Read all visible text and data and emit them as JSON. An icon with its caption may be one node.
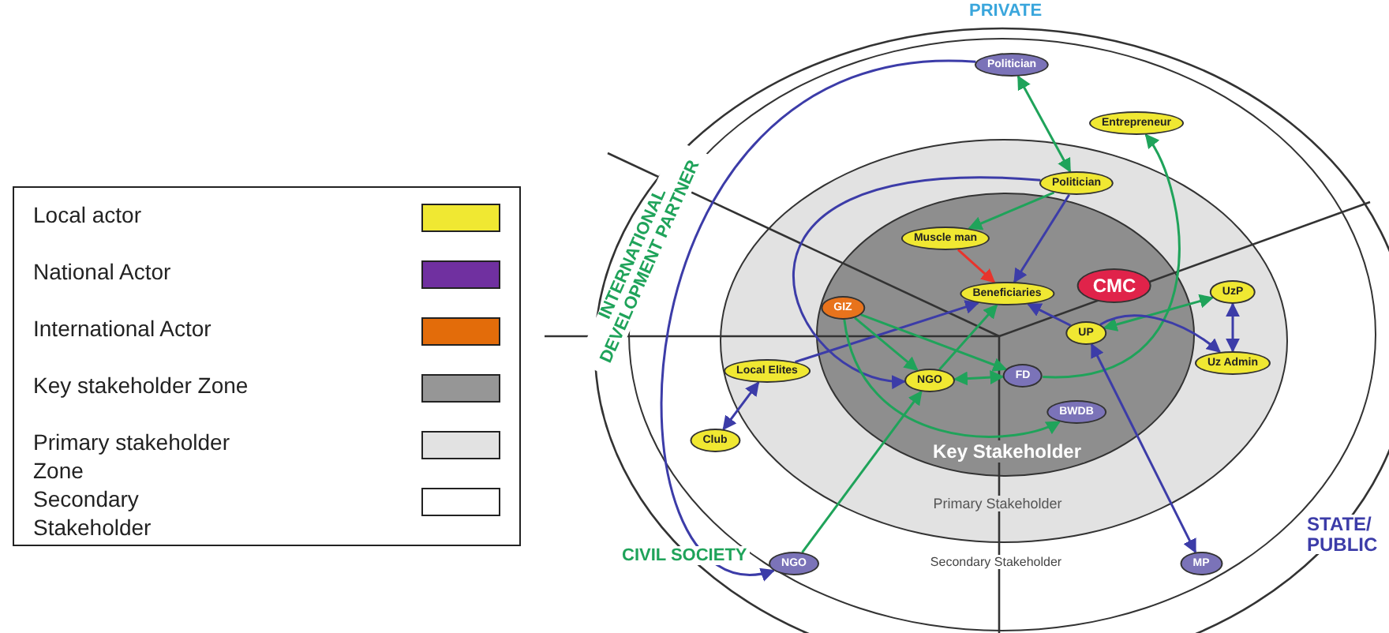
{
  "diagram": {
    "nodes": [
      {
        "text": [
          "Secondary Stakeholder"
        ]
      },
      {
        "text": [
          "Primary Stakeholder"
        ],
        "in": 0
      },
      {
        "text": [
          "Key Stakeholder"
        ],
        "in": 1
      },
      {
        "text": [
          "Politician"
        ],
        "in": 0
      },
      {
        "text": [
          "Entrepreneur"
        ],
        "in": 0
      },
      {
        "text": [
          "Politician"
        ],
        "in": 1
      },
      {
        "text": [
          "Muscle man"
        ],
        "in": 2
      },
      {
        "text": [
          "Beneficiaries"
        ],
        "in": 2
      },
      {
        "text": [
          "CMC"
        ],
        "in": 2
      },
      {
        "text": [
          "GIZ"
        ],
        "in": 2
      },
      {
        "text": [
          "UzP"
        ],
        "in": 1
      },
      {
        "text": [
          "UP"
        ],
        "in": 2
      },
      {
        "text": [
          "Local Elites"
        ],
        "in": 1
      },
      {
        "text": [
          "NGO"
        ],
        "in": 2
      },
      {
        "text": [
          "FD"
        ],
        "in": 2
      },
      {
        "text": [
          "Uz Admin"
        ],
        "in": 1
      },
      {
        "text": [
          "BWDB"
        ],
        "in": 2
      },
      {
        "text": [
          "Club"
        ],
        "in": 0
      },
      {
        "text": [
          "NGO"
        ],
        "in": 0
      },
      {
        "text": [
          "MP"
        ],
        "in": 0
      }
    ],
    "edges": [
      {
        "from": 3,
        "to": 5,
        "arrow": "both"
      },
      {
        "from": 5,
        "to": 6,
        "arrow": "to"
      },
      {
        "from": 5,
        "to": 7,
        "arrow": "to",
        "color": "#3c3ca8"
      },
      {
        "from": 6,
        "to": 7,
        "arrow": "to",
        "color": "#e8342c"
      },
      {
        "from": 3,
        "to": 18,
        "arrow": "to",
        "color": "#3c3ca8"
      },
      {
        "from": 5,
        "to": 13,
        "arrow": "to",
        "color": "#3c3ca8"
      },
      {
        "from": 12,
        "to": 7,
        "arrow": "to",
        "color": "#3c3ca8"
      },
      {
        "from": 17,
        "to": 12,
        "arrow": "both",
        "color": "#3c3ca8"
      },
      {
        "from": 18,
        "to": 13,
        "arrow": "to"
      },
      {
        "from": 9,
        "to": 13,
        "arrow": "to"
      },
      {
        "from": 9,
        "to": 14,
        "arrow": "to"
      },
      {
        "from": 9,
        "to": 16,
        "arrow": "to"
      },
      {
        "from": 13,
        "to": 7,
        "arrow": "to"
      },
      {
        "from": 13,
        "to": 14,
        "arrow": "both"
      },
      {
        "from": 14,
        "to": 4,
        "arrow": "to"
      },
      {
        "from": 11,
        "to": 10,
        "arrow": "both"
      },
      {
        "from": 11,
        "to": 7,
        "arrow": "to",
        "color": "#3c3ca8"
      },
      {
        "from": 11,
        "to": 15,
        "arrow": "to",
        "color": "#3c3ca8"
      },
      {
        "from": 10,
        "to": 15,
        "arrow": "both",
        "color": "#3c3ca8"
      },
      {
        "from": 19,
        "to": 11,
        "arrow": "both",
        "color": "#3c3ca8"
      }
    ],
    "labels": [
      "PRIVATE",
      "INTERNATIONAL DEVELOPMENT PARTNER",
      "CIVIL SOCIETY",
      "STATE/ PUBLIC"
    ],
    "legend": [
      {
        "text": "Local actor",
        "color": "#f0e832"
      },
      {
        "text": "National Actor",
        "color": "#7030a0"
      },
      {
        "text": "International Actor",
        "color": "#e36c0a"
      },
      {
        "text": "Key stakeholder Zone",
        "color": "#969696"
      },
      {
        "text": "Primary stakeholder Zone",
        "color": "#e2e2e2"
      },
      {
        "text": "Secondary Stakeholder",
        "color": "#ffffff"
      }
    ]
  }
}
